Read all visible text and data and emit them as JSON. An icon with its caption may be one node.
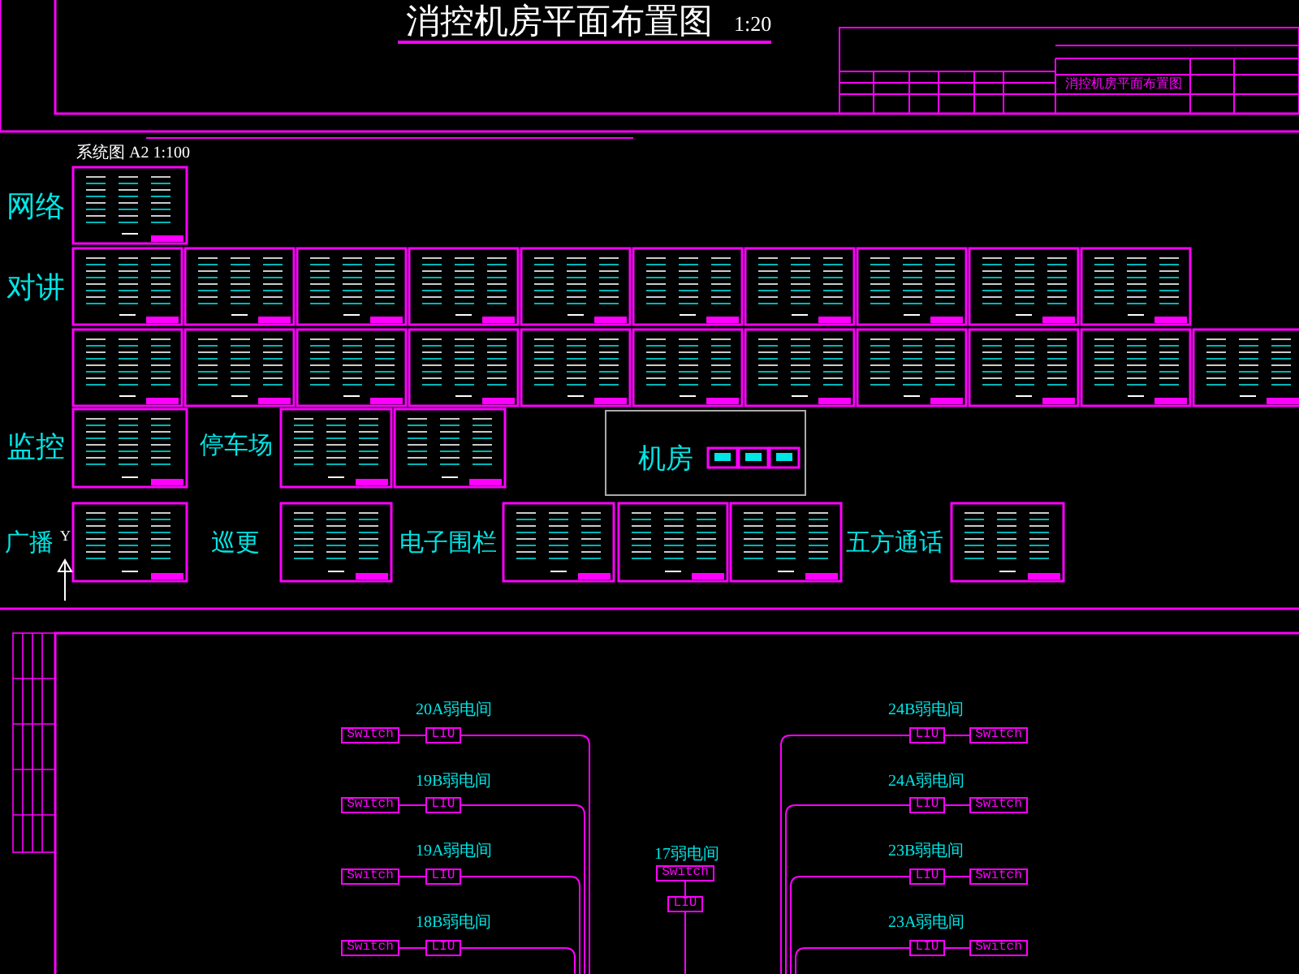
{
  "diagram": {
    "title": "消控机房平面布置图",
    "nodes": [
      {
        "text": [
          "Switch"
        ]
      },
      {
        "text": [
          "LIU"
        ]
      },
      {
        "text": [
          "Switch"
        ]
      },
      {
        "text": [
          "LIU"
        ]
      },
      {
        "text": [
          "Switch"
        ]
      },
      {
        "text": [
          "LIU"
        ]
      },
      {
        "text": [
          "Switch"
        ]
      },
      {
        "text": [
          "LIU"
        ]
      },
      {
        "text": [
          "Switch"
        ]
      },
      {
        "text": [
          "LIU"
        ]
      },
      {
        "text": [
          "LIU"
        ]
      },
      {
        "text": [
          "Switch"
        ]
      },
      {
        "text": [
          "LIU"
        ]
      },
      {
        "text": [
          "Switch"
        ]
      },
      {
        "text": [
          "LIU"
        ]
      },
      {
        "text": [
          "Switch"
        ]
      },
      {
        "text": [
          "LIU"
        ]
      },
      {
        "text": [
          "Switch"
        ]
      }
    ],
    "edges": [
      {
        "from": 0,
        "to": 1,
        "arrow": "none"
      },
      {
        "from": 1,
        "to": null,
        "arrow": "none"
      },
      {
        "from": 2,
        "to": 3,
        "arrow": "none"
      },
      {
        "from": 3,
        "to": null,
        "arrow": "none"
      },
      {
        "from": 4,
        "to": 5,
        "arrow": "none"
      },
      {
        "from": 5,
        "to": null,
        "arrow": "none"
      },
      {
        "from": 6,
        "to": 7,
        "arrow": "none"
      },
      {
        "from": 7,
        "to": null,
        "arrow": "none"
      },
      {
        "from": 8,
        "to": 9,
        "arrow": "none"
      },
      {
        "from": 9,
        "to": null,
        "arrow": "none"
      },
      {
        "from": 11,
        "to": 10,
        "arrow": "none"
      },
      {
        "from": 10,
        "to": null,
        "arrow": "none"
      },
      {
        "from": 13,
        "to": 12,
        "arrow": "none"
      },
      {
        "from": 12,
        "to": null,
        "arrow": "none"
      },
      {
        "from": 15,
        "to": 14,
        "arrow": "none"
      },
      {
        "from": 14,
        "to": null,
        "arrow": "none"
      },
      {
        "from": 17,
        "to": 16,
        "arrow": "none"
      },
      {
        "from": 16,
        "to": null,
        "arrow": "none"
      }
    ],
    "labels": [
      "1:20",
      "消控机房平面布置图",
      "系统图 A2 1:100",
      "网络",
      "对讲",
      "监控",
      "停车场",
      "机房",
      "广播",
      "Y",
      "巡更",
      "电子围栏",
      "五方通话",
      "20A弱电间",
      "24B弱电间",
      "19B弱电间",
      "24A弱电间",
      "19A弱电间",
      "17弱电间",
      "23B弱电间",
      "18B弱电间",
      "23A弱电间"
    ]
  }
}
